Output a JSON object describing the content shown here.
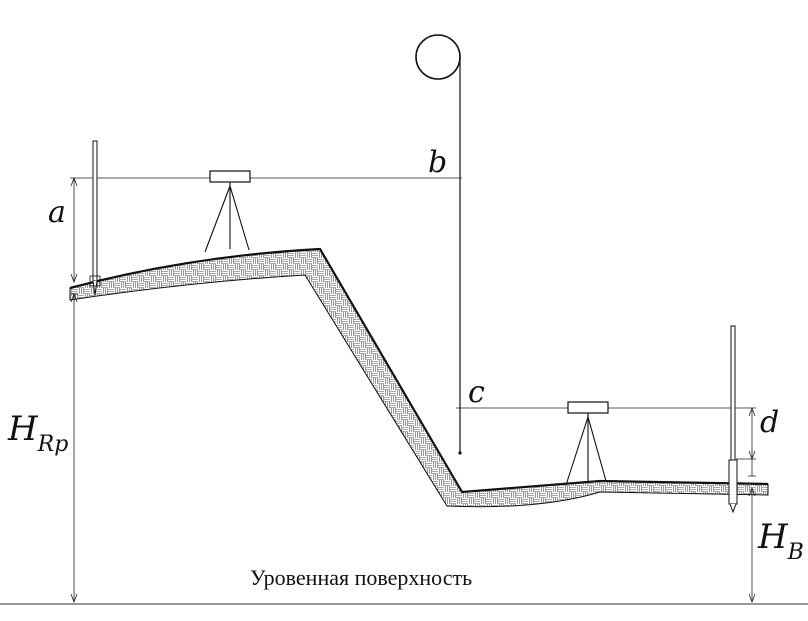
{
  "labels": {
    "a": "a",
    "b": "b",
    "c": "c",
    "d": "d",
    "h_rp_main": "H",
    "h_rp_sub": "Rp",
    "h_b_main": "H",
    "h_b_sub": "B",
    "level_surface": "Уровенная поверхность"
  },
  "icons": {
    "ground_fill": "hatched-ground",
    "instrument": "level-instrument-on-tripod",
    "rod": "leveling-rod",
    "pulley": "pulley-wheel"
  },
  "colors": {
    "ink": "#111111",
    "hatch": "#555555",
    "surface": "#777777"
  }
}
